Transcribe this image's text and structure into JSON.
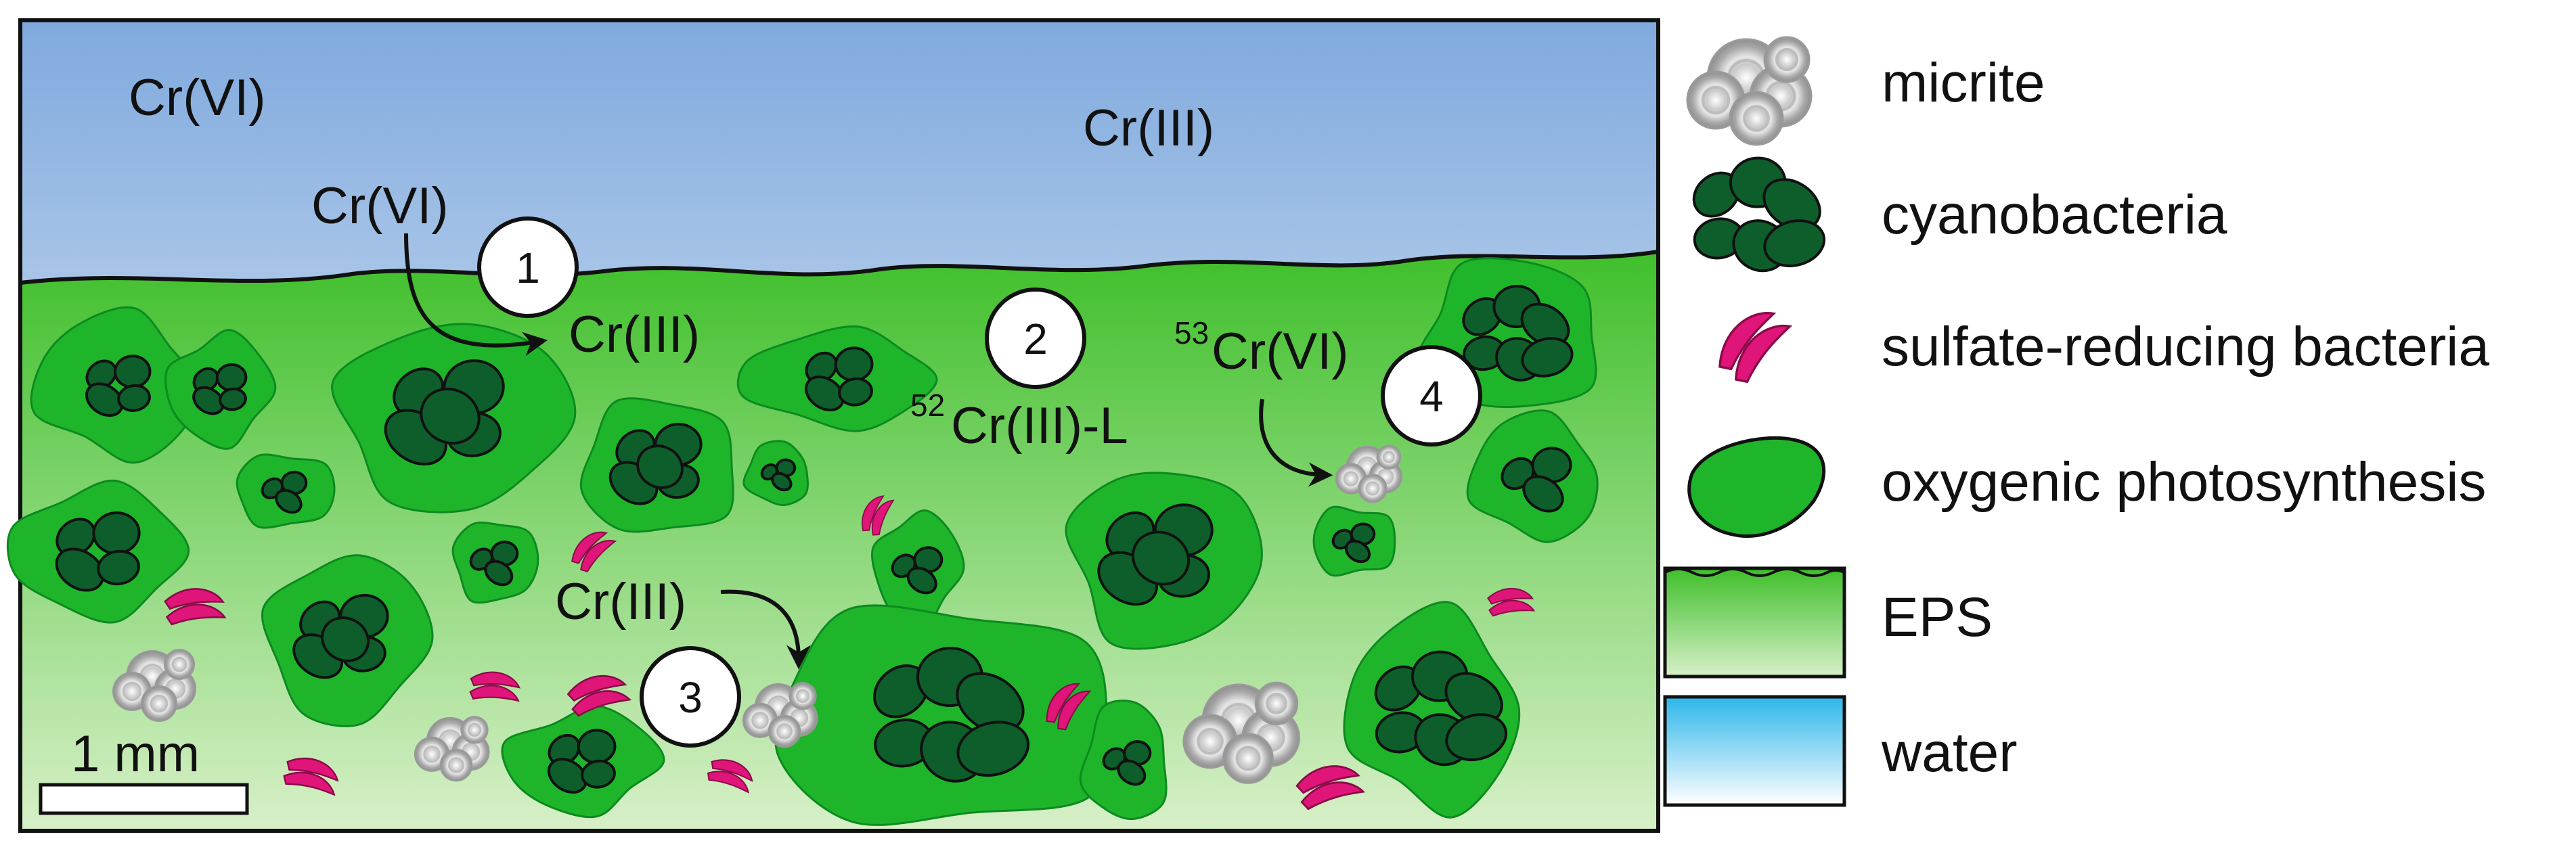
{
  "water_labels": {
    "left": "Cr(VI)",
    "right": "Cr(III)"
  },
  "process_labels": {
    "step1_source": "Cr(VI)",
    "step1_product": "Cr(III)",
    "step2_isotope": "52",
    "step2_species": "Cr(III)-L",
    "step3_source": "Cr(III)",
    "step4_isotope": "53",
    "step4_species": "Cr(VI)"
  },
  "steps": [
    "1",
    "2",
    "3",
    "4"
  ],
  "scale_bar": {
    "label": "1 mm"
  },
  "legend": [
    {
      "icon": "micrite-icon",
      "label": "micrite"
    },
    {
      "icon": "cyanobacteria-icon",
      "label": "cyanobacteria"
    },
    {
      "icon": "sulfate-reducing-bacteria-icon",
      "label": "sulfate-reducing bacteria"
    },
    {
      "icon": "oxygenic-photosynthesis-icon",
      "label": "oxygenic photosynthesis"
    },
    {
      "icon": "eps-swatch-icon",
      "label": "EPS"
    },
    {
      "icon": "water-swatch-icon",
      "label": "water"
    }
  ],
  "colors": {
    "water_top": "#7fa9dd",
    "water_bottom": "#ffffff",
    "eps_top": "#3fbf2b",
    "eps_bottom": "#d8f0c8",
    "photosynthesis": "#1fb52a",
    "cyanobacteria": "#0e5e2b",
    "srb": "#e0157a",
    "micrite": "#b8b8b8"
  }
}
